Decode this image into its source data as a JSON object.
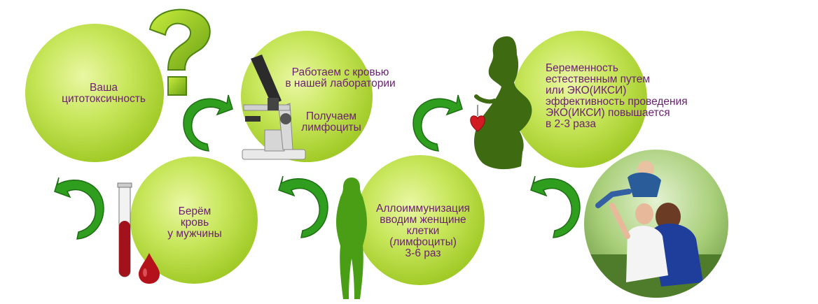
{
  "steps": {
    "cytotoxicity": "Ваша\nцитотоксичность",
    "lab": "Работаем с кровью\nв нашей лаборатории",
    "lymphocytes": "Получаем\nлимфоциты",
    "blood": "Берём\nкровь\nу мужчины",
    "allo": "Аллоиммунизация\nвводим женщине\nклетки\n(лимфоциты)\n3-6 раз",
    "pregnancy": "Беременность\nестественным путем\nили ЭКО(ИКСИ)\nэффективность проведения\nЭКО(ИКСИ) повышается\nв 2-3 раза"
  },
  "colors": {
    "text": "#6a1f72",
    "circle_green": "#a3cc2a",
    "arrow_green": "#2f9e1f",
    "silhouette": "#3e6a12",
    "blood_red": "#a3121c"
  },
  "icons": [
    "question-mark-icon",
    "microscope-icon",
    "pregnant-silhouette-icon",
    "heart-icon",
    "test-tube-icon",
    "blood-drop-icon",
    "woman-silhouette-icon",
    "curved-arrow-icon"
  ]
}
